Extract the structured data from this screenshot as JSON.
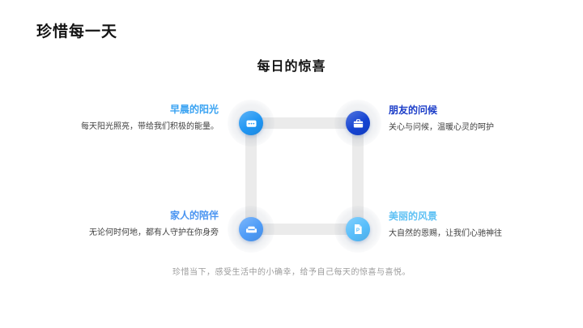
{
  "slide": {
    "title": "珍惜每一天",
    "heading": "每日的惊喜",
    "caption": "珍惜当下，感受生活中的小确幸，给予自己每天的惊喜与喜悦。"
  },
  "items": [
    {
      "label": "早晨的阳光",
      "description": "每天阳光照亮，带给我们积极的能量。",
      "icon": "chat-message-icon",
      "label_color": "#38a2f2",
      "circle_color": "#2096f3"
    },
    {
      "label": "朋友的问候",
      "description": "关心与问候，温暖心灵的呵护",
      "icon": "briefcase-icon",
      "label_color": "#1b3dc8",
      "circle_color": "#1443d2"
    },
    {
      "label": "家人的陪伴",
      "description": "无论何时何地，都有人守护在你身旁",
      "icon": "sofa-icon",
      "label_color": "#4b95f1",
      "circle_color": "#4e9cf8"
    },
    {
      "label": "美丽的风景",
      "description": "大自然的恩赐，让我们心驰神往",
      "icon": "document-p-icon",
      "label_color": "#5fc1f4",
      "circle_color": "#57befb"
    }
  ],
  "connector_color": "#ebebeb"
}
